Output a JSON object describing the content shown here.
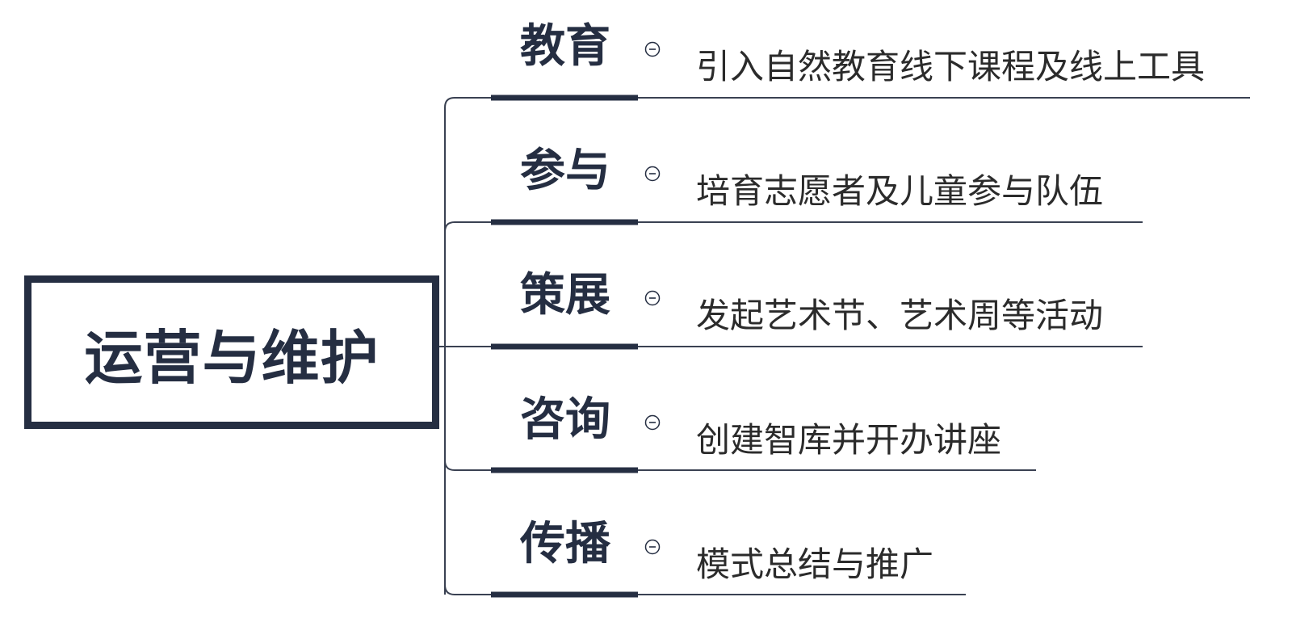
{
  "root": {
    "label": "运营与维护"
  },
  "branches": [
    {
      "label": "教育",
      "leaf": "引入自然教育线下课程及线上工具"
    },
    {
      "label": "参与",
      "leaf": "培育志愿者及儿童参与队伍"
    },
    {
      "label": "策展",
      "leaf": "发起艺术节、艺术周等活动"
    },
    {
      "label": "咨询",
      "leaf": "创建智库并开办讲座"
    },
    {
      "label": "传播",
      "leaf": "模式总结与推广"
    }
  ],
  "icons": {
    "collapse": "minus-circle-icon"
  },
  "colors": {
    "node_dark": "#252e42",
    "connector": "#3a4152",
    "leaf_text": "#2b2b2b"
  }
}
